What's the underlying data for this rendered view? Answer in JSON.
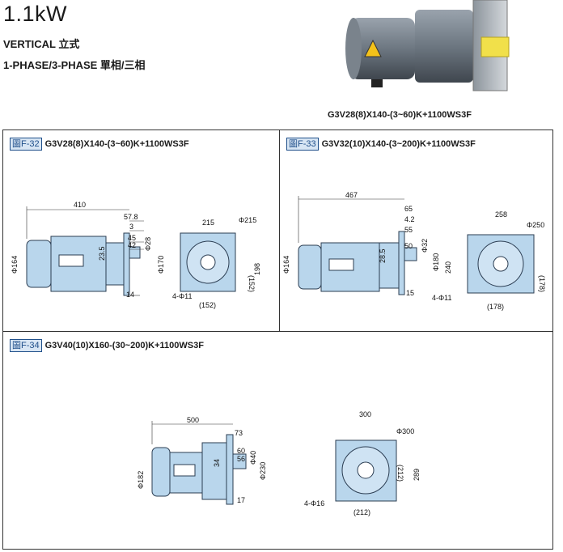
{
  "header": {
    "power": "1.1kW",
    "mount": "VERTICAL  立式",
    "phase": "1-PHASE/3-PHASE  單相/三相",
    "photo_caption": "G3V28(8)X140-(3~60)K+1100WS3F"
  },
  "colors": {
    "drawing_fill": "#b9d6ec",
    "drawing_stroke": "#2b3d52",
    "badge_text": "#1f4f8a"
  },
  "panels": [
    {
      "figure": "圖F-32",
      "model": "G3V28(8)X140-(3~60)K+1100WS3F",
      "dims": {
        "overall": "410",
        "d1": "57.8",
        "d2": "3",
        "d3": "45",
        "d4": "42",
        "shaft_dia": "Φ28",
        "key": "23.5",
        "flange_dia": "Φ170",
        "motor_dia": "Φ164",
        "bottom": "14",
        "square": "215",
        "pcd": "Φ215",
        "inner": "(152)",
        "inner_bottom": "(152)",
        "height": "198",
        "holes": "4-Φ11"
      }
    },
    {
      "figure": "圖F-33",
      "model": "G3V32(10)X140-(3~200)K+1100W",
      "model_suffix": "S3F",
      "dims": {
        "overall": "467",
        "d1": "65",
        "d2": "4.2",
        "d3": "55",
        "d4": "50",
        "shaft_dia": "Φ32",
        "key": "28.5",
        "flange_dia": "Φ180",
        "motor_dia": "Φ164",
        "bottom": "15",
        "square": "258",
        "pcd": "Φ250",
        "inner": "(178)",
        "inner_bottom": "(178)",
        "height": "240",
        "holes": "4-Φ11"
      }
    },
    {
      "figure": "圖F-34",
      "model": "G3V40(10)X160-(30~200)K+1100WS3F",
      "dims": {
        "overall": "500",
        "d1": "73",
        "d3": "60",
        "d4": "56",
        "shaft_dia": "Φ40",
        "key": "34",
        "flange_dia": "Φ230",
        "motor_dia": "Φ182",
        "bottom": "17",
        "square": "300",
        "pcd": "Φ300",
        "inner": "(212)",
        "inner_bottom": "(212)",
        "height": "289",
        "holes": "4-Φ16"
      }
    }
  ]
}
